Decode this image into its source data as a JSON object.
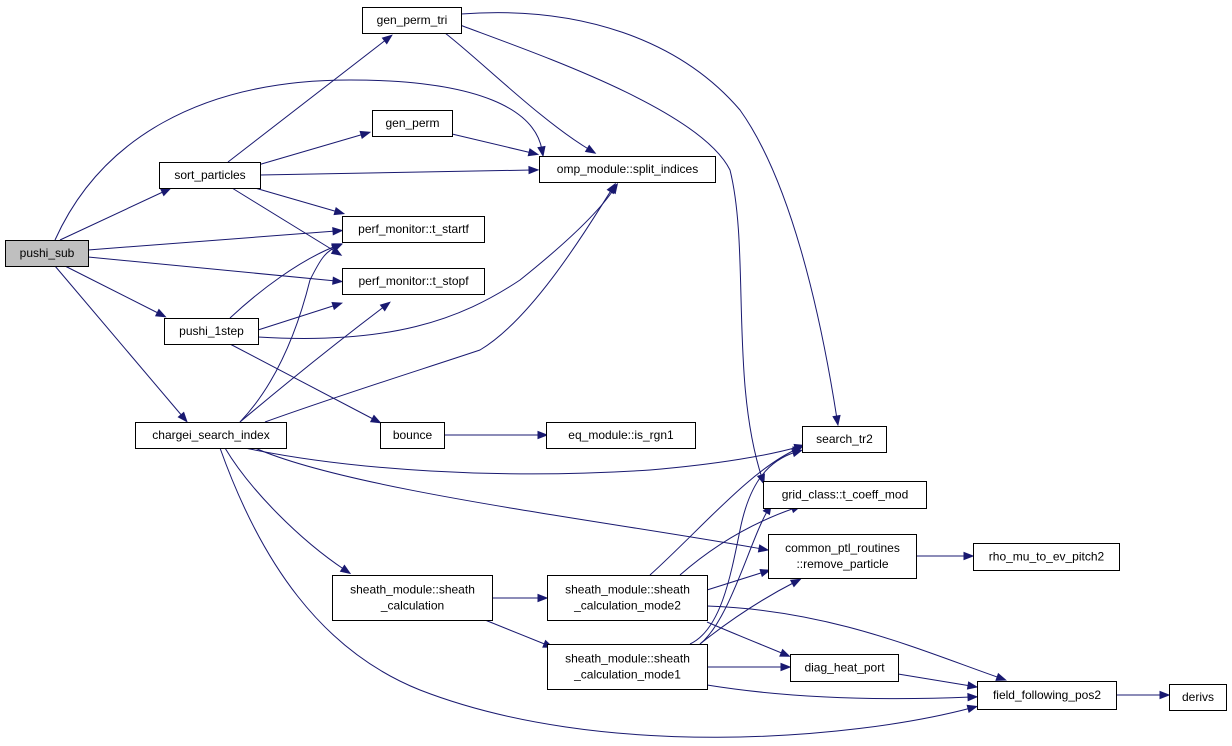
{
  "graph": {
    "type": "call-graph",
    "edge_color": "#191970",
    "root_fill": "#bfbfbf",
    "node_fill": "#ffffff",
    "nodes": [
      {
        "id": "pushi_sub",
        "lines": [
          "pushi_sub"
        ],
        "root": true
      },
      {
        "id": "sort_particles",
        "lines": [
          "sort_particles"
        ]
      },
      {
        "id": "gen_perm_tri",
        "lines": [
          "gen_perm_tri"
        ]
      },
      {
        "id": "gen_perm",
        "lines": [
          "gen_perm"
        ]
      },
      {
        "id": "split_indices",
        "lines": [
          "omp_module::split_indices"
        ]
      },
      {
        "id": "t_startf",
        "lines": [
          "perf_monitor::t_startf"
        ]
      },
      {
        "id": "t_stopf",
        "lines": [
          "perf_monitor::t_stopf"
        ]
      },
      {
        "id": "pushi_1step",
        "lines": [
          "pushi_1step"
        ]
      },
      {
        "id": "chargei",
        "lines": [
          "chargei_search_index"
        ]
      },
      {
        "id": "bounce",
        "lines": [
          "bounce"
        ]
      },
      {
        "id": "is_rgn1",
        "lines": [
          "eq_module::is_rgn1"
        ]
      },
      {
        "id": "search_tr2",
        "lines": [
          "search_tr2"
        ]
      },
      {
        "id": "t_coeff_mod",
        "lines": [
          "grid_class::t_coeff_mod"
        ]
      },
      {
        "id": "remove_particle",
        "lines": [
          "common_ptl_routines",
          "::remove_particle"
        ]
      },
      {
        "id": "rho_mu",
        "lines": [
          "rho_mu_to_ev_pitch2"
        ]
      },
      {
        "id": "sheath_calc",
        "lines": [
          "sheath_module::sheath",
          "_calculation"
        ]
      },
      {
        "id": "sheath_mode2",
        "lines": [
          "sheath_module::sheath",
          "_calculation_mode2"
        ]
      },
      {
        "id": "sheath_mode1",
        "lines": [
          "sheath_module::sheath",
          "_calculation_mode1"
        ]
      },
      {
        "id": "diag_heat_port",
        "lines": [
          "diag_heat_port"
        ]
      },
      {
        "id": "field_following_pos2",
        "lines": [
          "field_following_pos2"
        ]
      },
      {
        "id": "derivs",
        "lines": [
          "derivs"
        ]
      }
    ],
    "edges": [
      [
        "pushi_sub",
        "sort_particles"
      ],
      [
        "pushi_sub",
        "split_indices"
      ],
      [
        "pushi_sub",
        "t_startf"
      ],
      [
        "pushi_sub",
        "t_stopf"
      ],
      [
        "pushi_sub",
        "pushi_1step"
      ],
      [
        "pushi_sub",
        "chargei"
      ],
      [
        "sort_particles",
        "gen_perm_tri"
      ],
      [
        "sort_particles",
        "gen_perm"
      ],
      [
        "sort_particles",
        "split_indices"
      ],
      [
        "sort_particles",
        "t_startf"
      ],
      [
        "sort_particles",
        "t_stopf"
      ],
      [
        "gen_perm_tri",
        "split_indices"
      ],
      [
        "gen_perm_tri",
        "search_tr2"
      ],
      [
        "gen_perm_tri",
        "t_coeff_mod"
      ],
      [
        "gen_perm",
        "split_indices"
      ],
      [
        "pushi_1step",
        "t_startf"
      ],
      [
        "pushi_1step",
        "t_stopf"
      ],
      [
        "pushi_1step",
        "split_indices"
      ],
      [
        "pushi_1step",
        "bounce"
      ],
      [
        "chargei",
        "t_startf"
      ],
      [
        "chargei",
        "t_stopf"
      ],
      [
        "chargei",
        "split_indices"
      ],
      [
        "chargei",
        "search_tr2"
      ],
      [
        "chargei",
        "remove_particle"
      ],
      [
        "chargei",
        "sheath_calc"
      ],
      [
        "chargei",
        "field_following_pos2"
      ],
      [
        "bounce",
        "is_rgn1"
      ],
      [
        "remove_particle",
        "rho_mu"
      ],
      [
        "sheath_calc",
        "sheath_mode2"
      ],
      [
        "sheath_calc",
        "sheath_mode1"
      ],
      [
        "sheath_mode2",
        "search_tr2"
      ],
      [
        "sheath_mode2",
        "t_coeff_mod"
      ],
      [
        "sheath_mode2",
        "remove_particle"
      ],
      [
        "sheath_mode2",
        "diag_heat_port"
      ],
      [
        "sheath_mode2",
        "field_following_pos2"
      ],
      [
        "sheath_mode1",
        "search_tr2"
      ],
      [
        "sheath_mode1",
        "t_coeff_mod"
      ],
      [
        "sheath_mode1",
        "remove_particle"
      ],
      [
        "sheath_mode1",
        "diag_heat_port"
      ],
      [
        "sheath_mode1",
        "field_following_pos2"
      ],
      [
        "diag_heat_port",
        "field_following_pos2"
      ],
      [
        "field_following_pos2",
        "derivs"
      ]
    ]
  }
}
